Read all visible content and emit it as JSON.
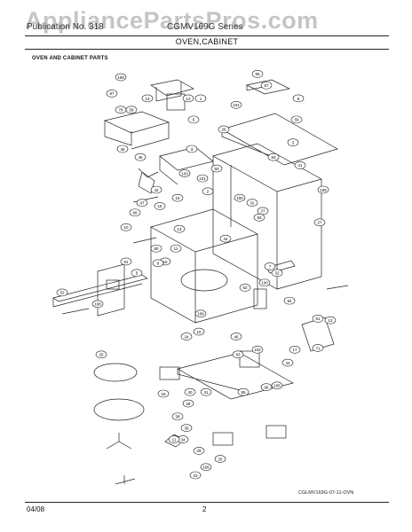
{
  "header": {
    "watermark": "AppliancePartsPros.com",
    "publication_left": "Publication No. 318",
    "publication_right": "CGMV169G Series",
    "section_title": "OVEN,CABINET"
  },
  "diagram": {
    "subtitle": "OVEN AND CABINET PARTS",
    "figure_code": "CGLMV169G-07-11-OVN",
    "callouts": [
      "106",
      "56",
      "57",
      "13",
      "8",
      "58",
      "12",
      "87",
      "1",
      "78",
      "46",
      "101",
      "6",
      "45",
      "59",
      "47",
      "42",
      "26",
      "3",
      "50",
      "41",
      "3",
      "103",
      "50",
      "15",
      "16",
      "2",
      "68",
      "101",
      "14",
      "32",
      "100",
      "10",
      "93",
      "105",
      "80",
      "11",
      "15",
      "27",
      "44",
      "81",
      "5",
      "9",
      "32",
      "27",
      "7",
      "100",
      "62",
      "52",
      "108",
      "109",
      "94",
      "10",
      "51",
      "24",
      "46",
      "71",
      "102",
      "17",
      "44",
      "93",
      "12",
      "96",
      "40",
      "25",
      "105",
      "18",
      "41",
      "95",
      "38",
      "39",
      "34",
      "11",
      "28",
      "29",
      "25",
      "106",
      "23"
    ]
  },
  "footer": {
    "date": "04/08",
    "page": "2"
  }
}
